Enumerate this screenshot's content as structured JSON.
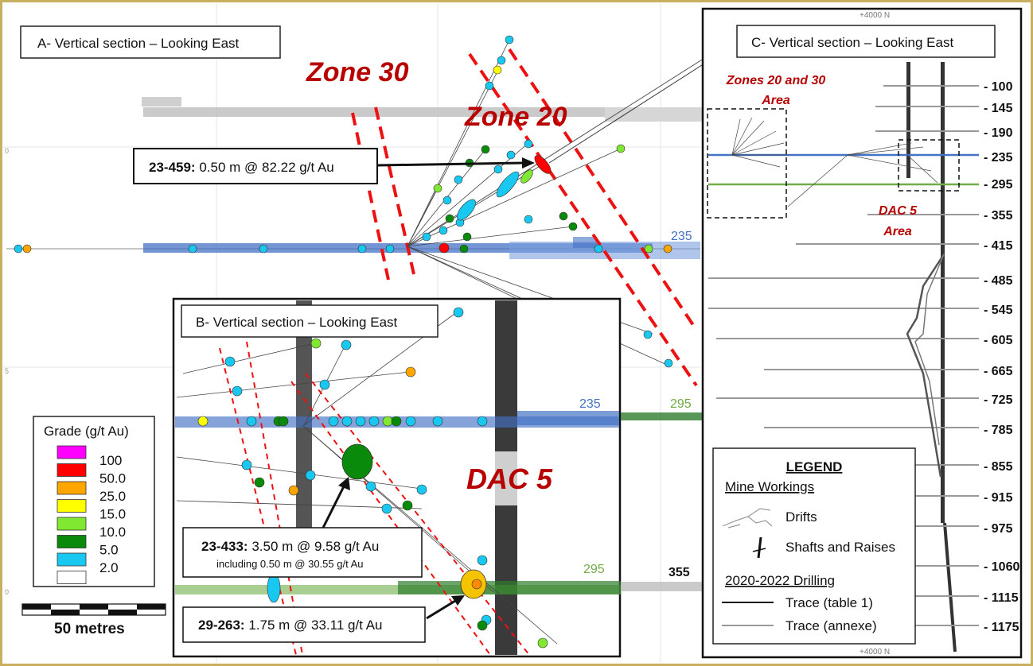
{
  "panels": {
    "a": {
      "title": "A- Vertical section – Looking East"
    },
    "b": {
      "title": "B- Vertical section – Looking East"
    },
    "c": {
      "title": "C- Vertical section – Looking East"
    }
  },
  "zones": {
    "zone30": "Zone 30",
    "zone20": "Zone 20",
    "dac5": "DAC 5",
    "zones_2030_area_line1": "Zones 20 and 30",
    "zones_2030_area_line2": "Area",
    "dac5_area_line1": "DAC 5",
    "dac5_area_line2": "Area"
  },
  "callouts": {
    "c459": {
      "hole": "23-459:",
      "value": " 0.50 m @ 82.22 g/t Au"
    },
    "c433": {
      "hole": "23-433:",
      "value": " 3.50 m @ 9.58 g/t Au",
      "sub": "including 0.50 m @ 30.55 g/t Au"
    },
    "c263": {
      "hole": "29-263:",
      "value": " 1.75 m @ 33.11 g/t Au"
    }
  },
  "level_labels": {
    "a_235": "235",
    "b_235": "235",
    "b_295a": "295",
    "b_295b": "295",
    "b_355": "355"
  },
  "panel_c_levels": [
    "- 100",
    "- 145",
    "- 190",
    "- 235",
    "- 295",
    "- 355",
    "- 415",
    "- 485",
    "- 545",
    "- 605",
    "- 665",
    "- 725",
    "- 785",
    "- 855",
    "- 915",
    "- 975",
    "- 1060",
    "- 1115",
    "- 1175"
  ],
  "grid_labels": {
    "top": "+4000 N",
    "bottom": "+4000 N"
  },
  "grade_legend": {
    "title": "Grade (g/t Au)",
    "items": [
      {
        "label": "100",
        "color": "#ff00ff"
      },
      {
        "label": "50.0",
        "color": "#ff0000"
      },
      {
        "label": "25.0",
        "color": "#ffa500"
      },
      {
        "label": "15.0",
        "color": "#ffff00"
      },
      {
        "label": "10.0",
        "color": "#80e830"
      },
      {
        "label": "5.0",
        "color": "#0a8a0a"
      },
      {
        "label": "2.0",
        "color": "#19c8f0"
      },
      {
        "label": "",
        "color": "#ffffff"
      }
    ]
  },
  "scale_bar": {
    "label": "50 metres"
  },
  "legend": {
    "title": "LEGEND",
    "mine_workings": "Mine Workings",
    "drifts": "Drifts",
    "shafts": "Shafts and Raises",
    "drilling": "2020-2022 Drilling",
    "trace1": "Trace (table 1)",
    "trace2": "Trace (annexe)"
  },
  "colors": {
    "level_235": "#4472c4",
    "level_295": "#70ad47",
    "zone_red": "#b80000",
    "zone_line": "#ee1111",
    "frame": "#c8b060"
  }
}
